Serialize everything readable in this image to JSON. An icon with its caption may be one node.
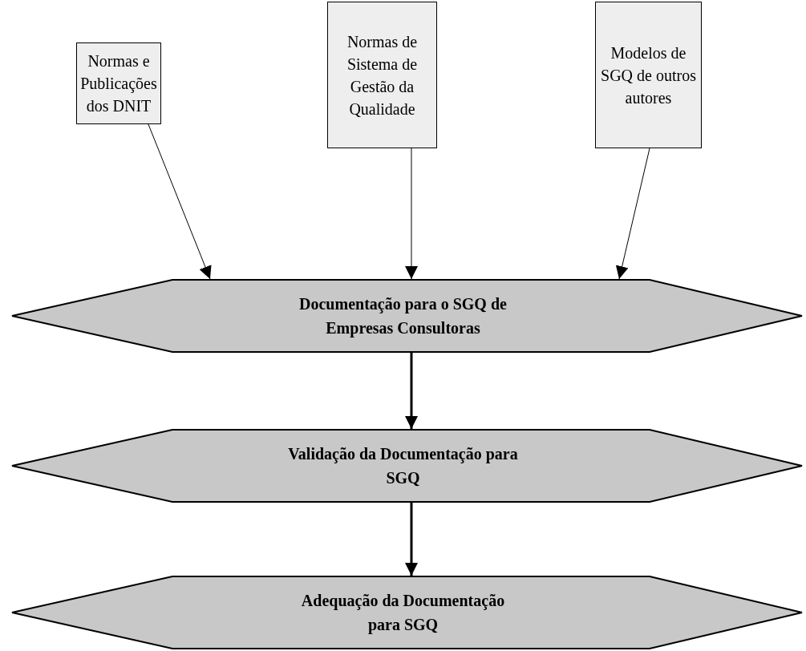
{
  "diagram": {
    "nodes": [
      {
        "text": [
          "Normas e Publicações dos DNIT"
        ]
      },
      {
        "text": [
          "Normas de Sistema de Gestão da Qualidade"
        ]
      },
      {
        "text": [
          "Modelos de SGQ de outros autores"
        ]
      },
      {
        "text": [
          "Documentação para o SGQ de Empresas Consultoras"
        ]
      },
      {
        "text": [
          "Validação da Documentação para SGQ"
        ]
      },
      {
        "text": [
          "Adequação da Documentação para SGQ"
        ]
      }
    ],
    "edges": [
      {
        "from": 0,
        "to": 3,
        "arrow": "to"
      },
      {
        "from": 1,
        "to": 3,
        "arrow": "to"
      },
      {
        "from": 2,
        "to": 3,
        "arrow": "to"
      },
      {
        "from": 3,
        "to": 4,
        "arrow": "to",
        "style": "thick"
      },
      {
        "from": 4,
        "to": 5,
        "arrow": "to",
        "style": "thick"
      }
    ]
  }
}
